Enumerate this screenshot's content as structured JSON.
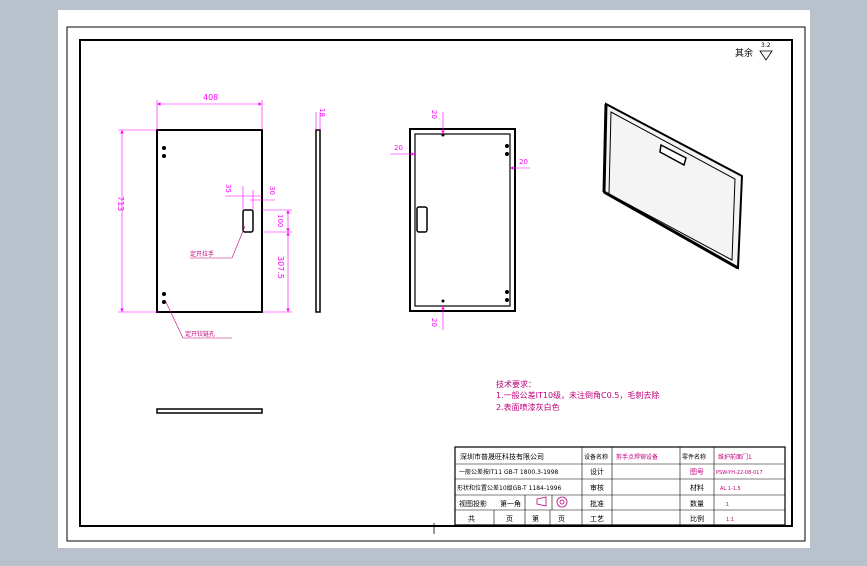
{
  "colors": {
    "background": "#b9c2cc",
    "sheet": "#ffffff",
    "line": "#000000",
    "dimension": "#ff00ff",
    "annotation": "#c0007a"
  },
  "roughness": {
    "label": "其余",
    "value": "3.2"
  },
  "front_view": {
    "width_dim": "408",
    "height_dim": "713",
    "handle_offset_1": "35",
    "handle_offset_2": "30",
    "handle_height": "100",
    "handle_pos": "307.5",
    "callout_handle": "定开拉手",
    "callout_hinge": "定开铰链孔"
  },
  "side_view": {
    "thickness_dim": "18"
  },
  "inner_view": {
    "top_dim": "20",
    "left_dim": "20",
    "right_dim": "20",
    "bottom_dim": "20"
  },
  "tech_requirements": {
    "title": "技术要求：",
    "line1": "1.一般公差IT10级，未注倒角C0.5，毛刺去除",
    "line2": "2.表面喷漆灰白色"
  },
  "title_block": {
    "company": "深圳市普晟旺科技有限公司",
    "row1_label": "一般公差按IT11 GB-T 1800.3-1998",
    "row2_label": "形状和位置公差10级GB-T 1184-1996",
    "row3_a": "视图投影",
    "row3_b": "第一角",
    "row4_a": "共",
    "row4_b": "页",
    "row4_c": "第",
    "row4_d": "页",
    "equipment_label": "设备名称",
    "equipment_value": "剪手点焊铆设备",
    "designer_label": "设计",
    "checker_label": "审核",
    "approver_label": "批准",
    "process_label": "工艺",
    "part_label": "零件名称",
    "part_value": "维护前面门1",
    "drawing_label": "图号",
    "drawing_value": "PSW-YH-22-08-017",
    "material_label": "材料",
    "material_value": "AL 1-1.5",
    "qty_label": "数量",
    "qty_value": "1",
    "scale_label": "比例",
    "scale_value": "1:1"
  }
}
